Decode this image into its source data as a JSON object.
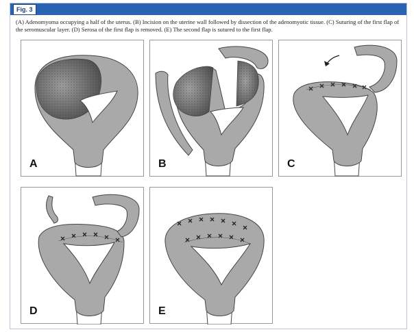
{
  "figure": {
    "label": "Fig. 3",
    "caption": "(A) Adenomyoma occupying a half of the uterus. (B) Incision on the uterine wall followed by dissection of the adenomyotic tissue. (C) Suturing of the first flap of the seromuscular layer. (D) Serosa of the first flap is removed. (E) The second flap is sutured to the first flap."
  },
  "panels": [
    {
      "letter": "A"
    },
    {
      "letter": "B"
    },
    {
      "letter": "C"
    },
    {
      "letter": "D"
    },
    {
      "letter": "E"
    }
  ],
  "colors": {
    "uterus": "#a9a9a9",
    "outline": "#444444",
    "lesion_dark": "#585858",
    "lesion_light": "#9c9c9c",
    "cavity": "#ffffff",
    "header_bar": "#2b63b3"
  }
}
